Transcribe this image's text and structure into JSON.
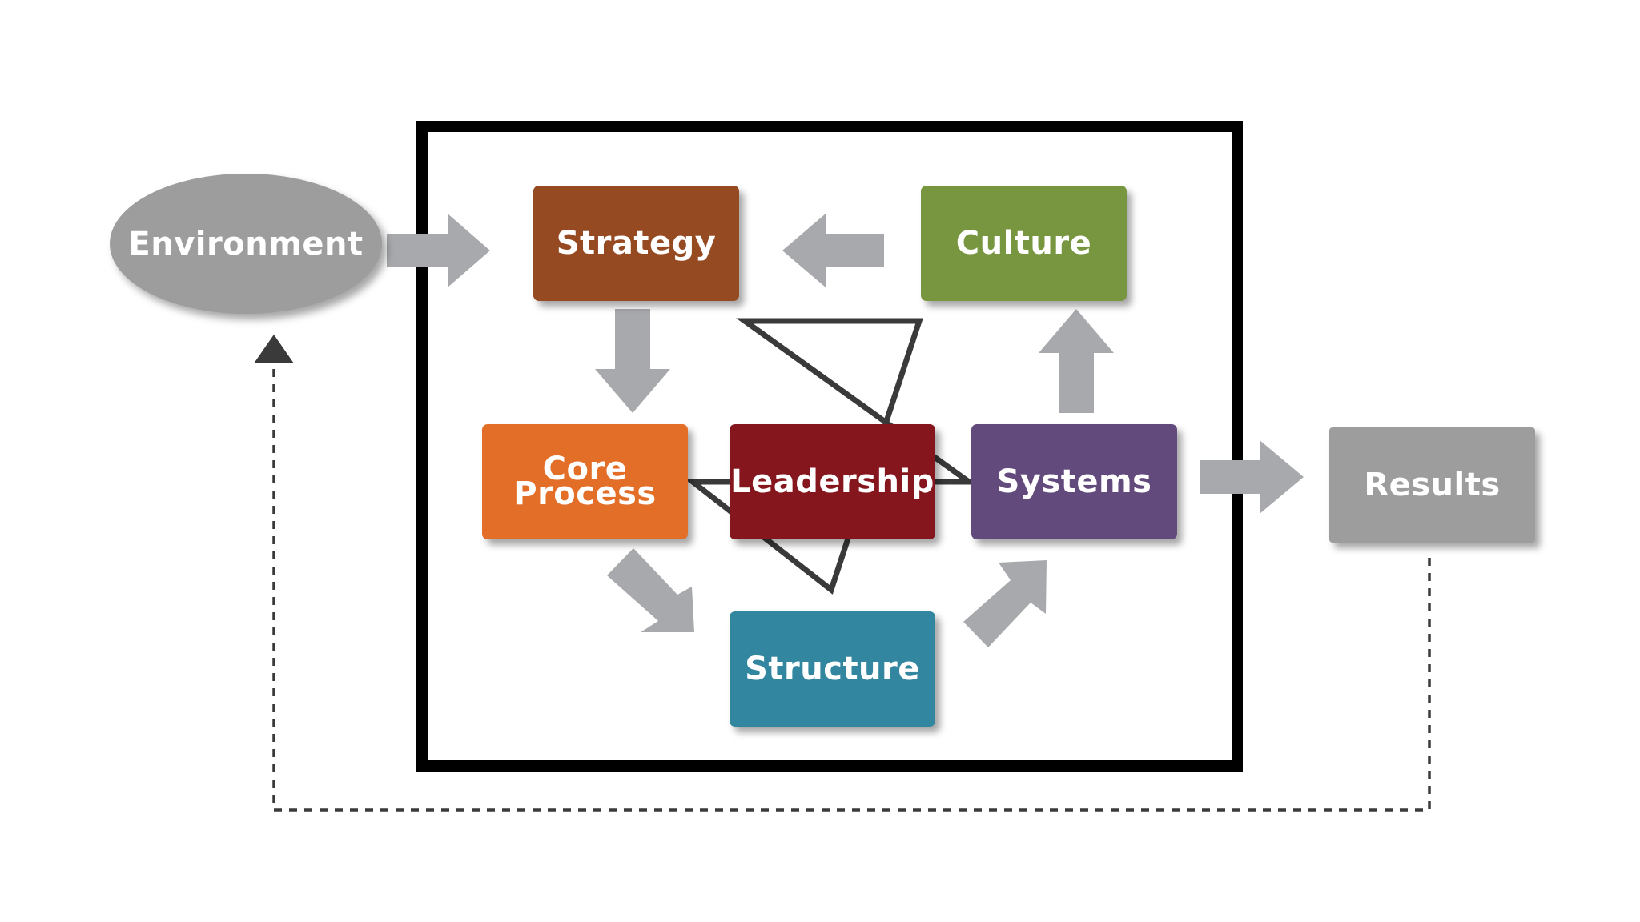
{
  "environment": {
    "label": "Environment"
  },
  "strategy": {
    "label": "Strategy"
  },
  "culture": {
    "label": "Culture"
  },
  "core_process": {
    "line1": "Core",
    "line2": "Process"
  },
  "leadership": {
    "label": "Leadership"
  },
  "systems": {
    "label": "Systems"
  },
  "structure": {
    "label": "Structure"
  },
  "results": {
    "label": "Results"
  },
  "colors": {
    "strategy": "#954a22",
    "culture": "#789640",
    "core_process": "#e36e27",
    "leadership": "#86161d",
    "systems": "#624b7c",
    "structure": "#32869f",
    "environment": "#9d9d9d",
    "results": "#9d9d9d",
    "arrow": "#a8a9ac",
    "frame": "#000000",
    "star": "#3a3a3a",
    "feedback": "#3a3a3a"
  }
}
